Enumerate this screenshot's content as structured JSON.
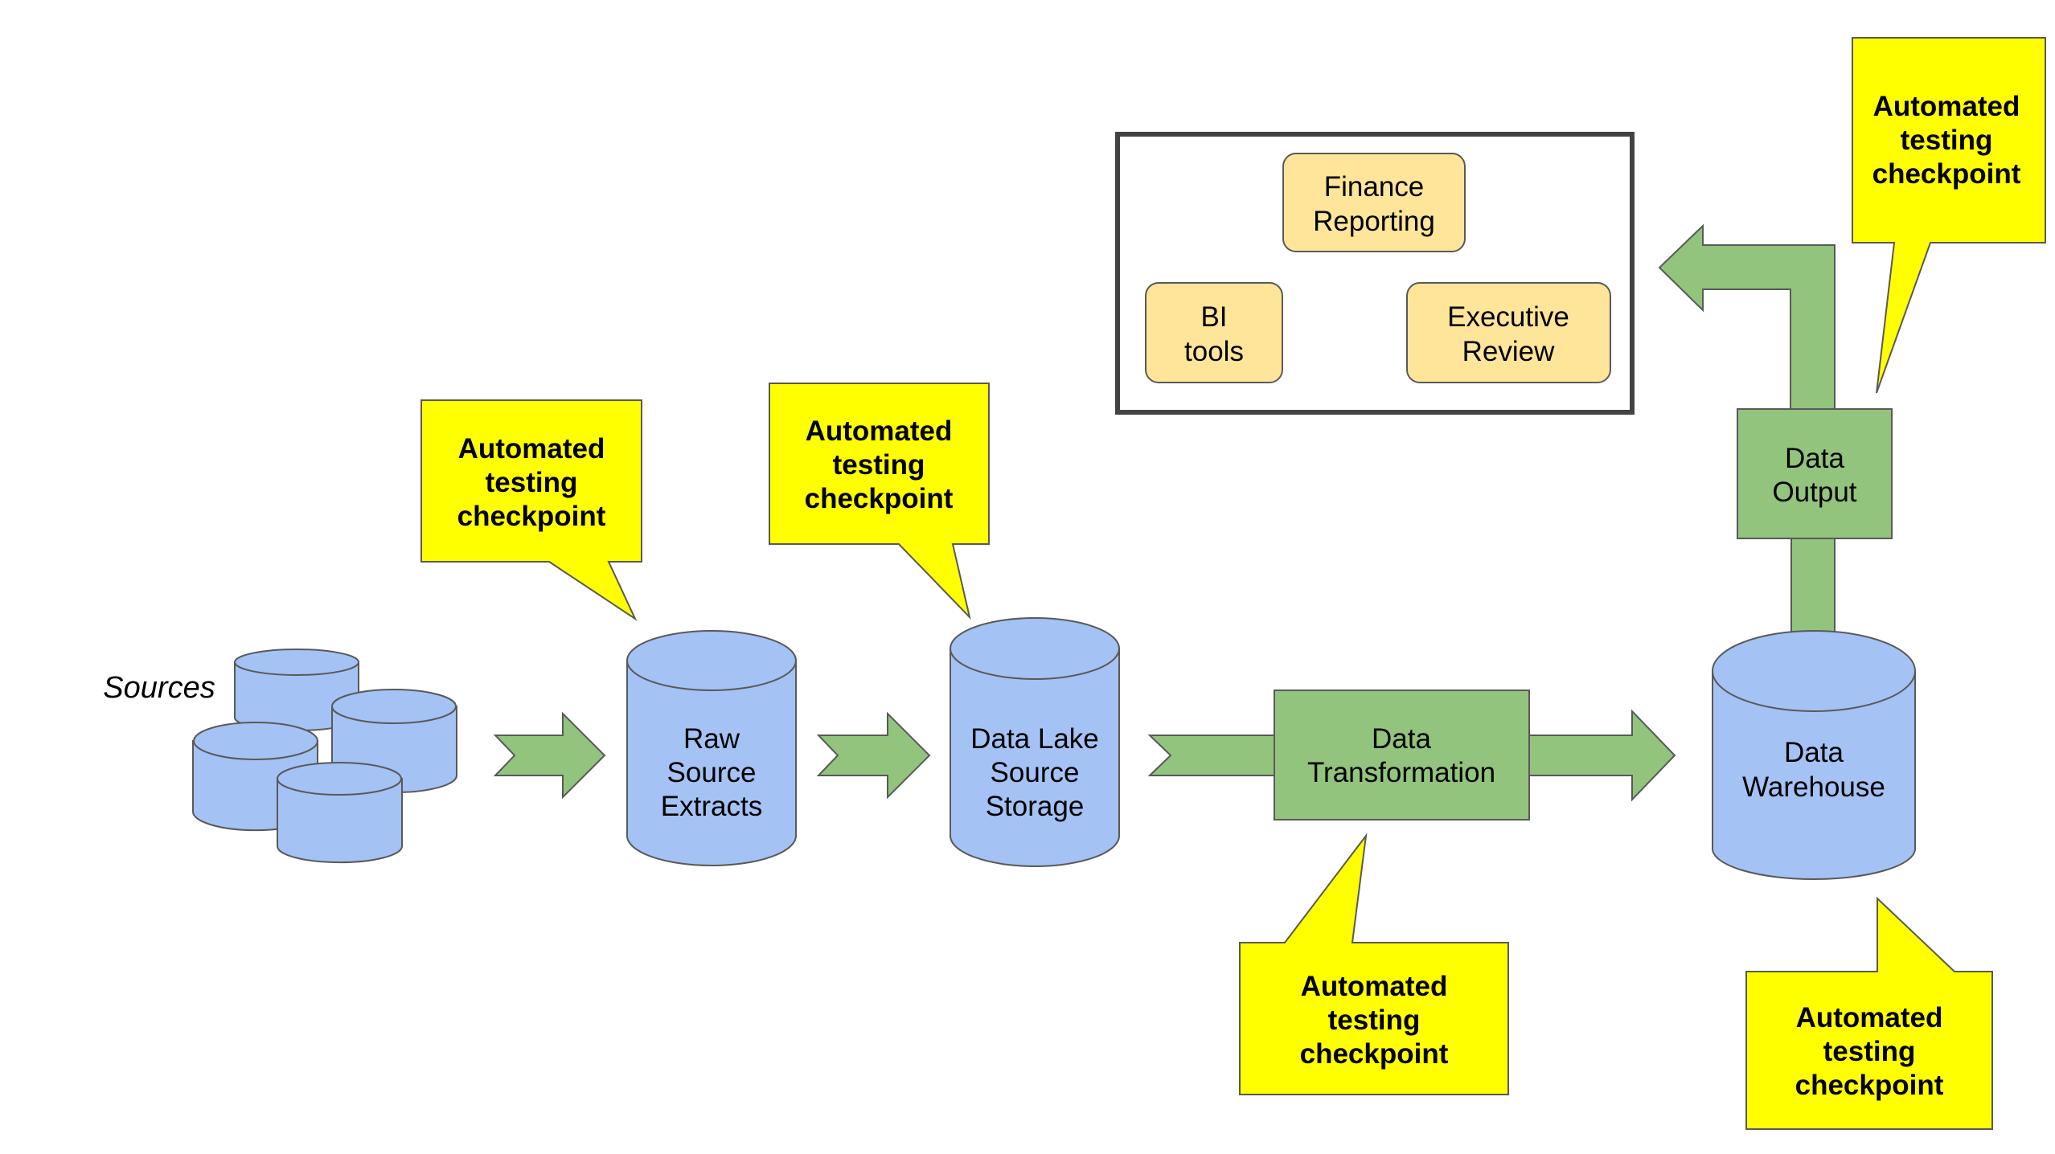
{
  "sources_label": "Sources",
  "stores": {
    "raw": [
      "Raw",
      "Source",
      "Extracts"
    ],
    "lake": [
      "Data Lake",
      "Source",
      "Storage"
    ],
    "warehouse": [
      "Data",
      "Warehouse"
    ]
  },
  "steps": {
    "transformation": [
      "Data",
      "Transformation"
    ],
    "output": [
      "Data",
      "Output"
    ]
  },
  "consumers": {
    "finance": [
      "Finance",
      "Reporting"
    ],
    "bi": [
      "BI",
      "tools"
    ],
    "executive": [
      "Executive",
      "Review"
    ]
  },
  "checkpoint": [
    "Automated",
    "testing",
    "checkpoint"
  ],
  "colors": {
    "storage_blue": "#a4c2f4",
    "process_green": "#93c47d",
    "consumer_yellow": "#ffe599",
    "callout_yellow": "#ffff00",
    "outline": "#595959"
  }
}
